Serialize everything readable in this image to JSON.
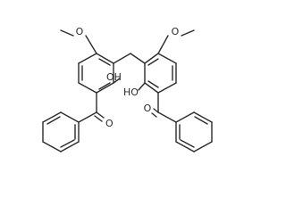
{
  "diagram": {
    "labels": {
      "methoxy_left": "O",
      "methoxy_right": "O",
      "hydroxyl_left": "OH",
      "hydroxyl_right": "HO",
      "carbonyl_left": "O",
      "carbonyl_right": "O"
    }
  }
}
